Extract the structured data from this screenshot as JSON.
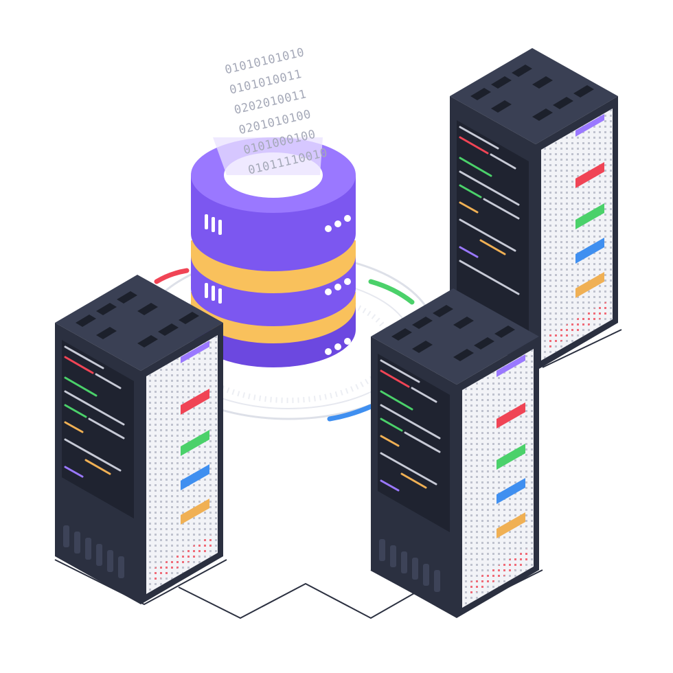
{
  "illustration": {
    "subject": "isometric database cylinder with three server racks",
    "binary_stream": [
      "01010101010",
      "0101010011",
      "0202010011",
      "0201010100",
      "0101000100",
      "01011110010"
    ]
  },
  "colors": {
    "database_body": "#7c57f0",
    "database_top": "#9a78ff",
    "database_band": "#f9c15c",
    "rack_body": "#2b3040",
    "rack_side": "#1f2330",
    "rack_panel": "#f2f3f7",
    "indicator_red": "#f04455",
    "indicator_green": "#4bd16a",
    "indicator_blue": "#3f8ff0",
    "indicator_orange": "#f0b054",
    "ring_line": "#d9dce6"
  },
  "icons": [
    "database-icon",
    "server-rack-icon",
    "network-ring-icon",
    "binary-data-icon"
  ]
}
